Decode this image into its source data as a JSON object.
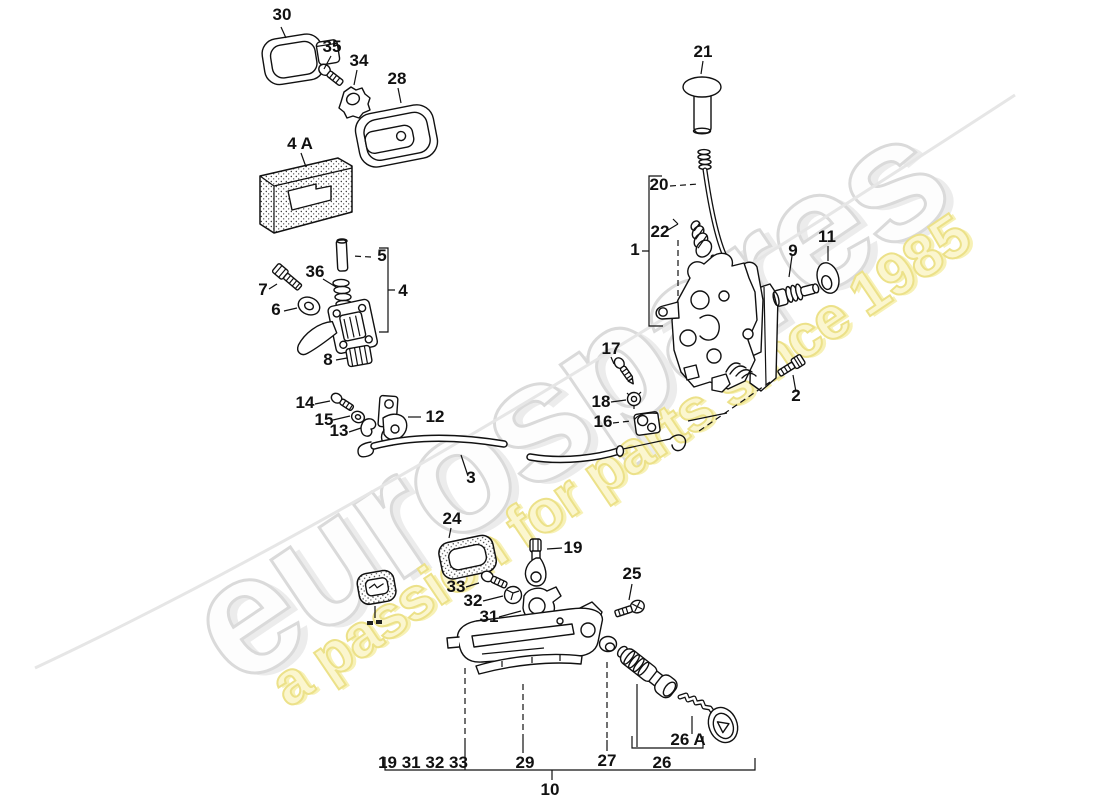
{
  "watermark": {
    "brand": "eurospares",
    "tagline": "a passion for parts since 1985",
    "brand_fill": "#fdfdfd",
    "brand_outline": "#dadada",
    "tagline_fill": "#fbf6cf",
    "tagline_outline": "#ece189"
  },
  "callouts": {
    "p30": "30",
    "p35": "35",
    "p34": "34",
    "p28": "28",
    "p4a": "4 A",
    "p5": "5",
    "p36": "36",
    "p7": "7",
    "p6": "6",
    "p4": "4",
    "p8": "8",
    "p14": "14",
    "p15": "15",
    "p13": "13",
    "p12": "12",
    "p3": "3",
    "p21": "21",
    "p20": "20",
    "p22": "22",
    "p1": "1",
    "p9": "9",
    "p11": "11",
    "p2": "2",
    "p17": "17",
    "p18": "18",
    "p16": "16",
    "p24": "24",
    "p19": "19",
    "p33": "33",
    "p32": "32",
    "p31": "31",
    "p25": "25",
    "p26a": "26 A",
    "row_bottom": "19 31 32 33",
    "p29": "29",
    "p27": "27",
    "p26": "26",
    "p10": "10"
  }
}
